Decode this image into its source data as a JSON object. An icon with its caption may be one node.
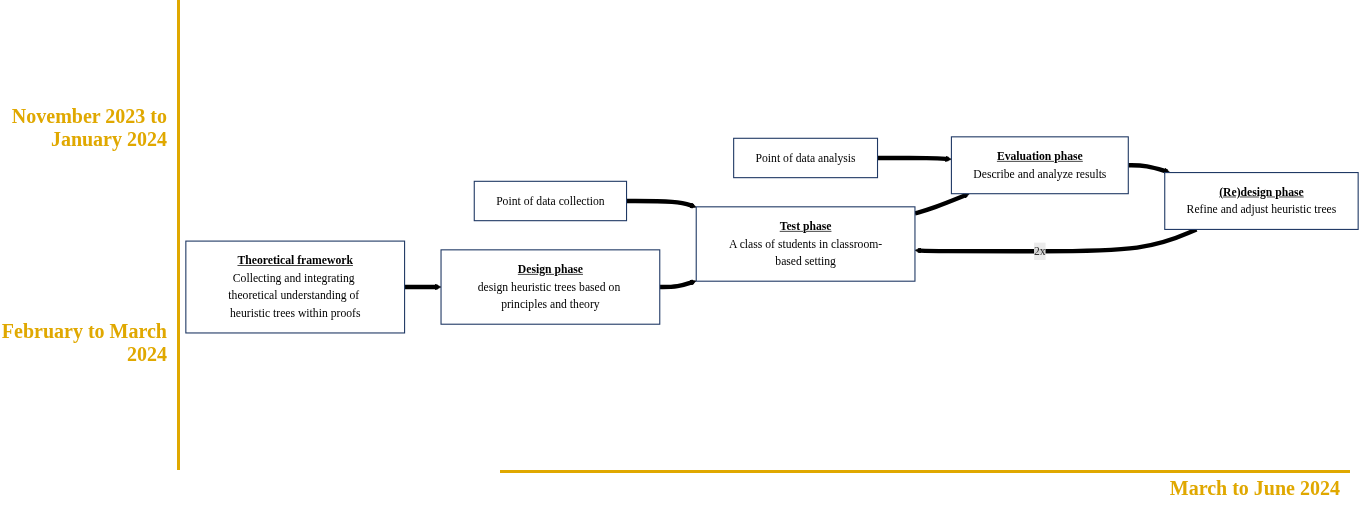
{
  "diagram": {
    "nodes": [
      {
        "text": [
          "Theoretical framework",
          "Collecting and integrating theoretical understanding of heuristic trees within proofs"
        ]
      },
      {
        "text": [
          "Point of data collection"
        ]
      },
      {
        "text": [
          "Point of data analysis"
        ]
      },
      {
        "text": [
          "Design phase",
          "design heuristic trees based on principles and theory"
        ]
      },
      {
        "text": [
          "Test phase",
          "A class of students in classroom-based setting"
        ]
      },
      {
        "text": [
          "Evaluation phase",
          "Describe and analyze results"
        ]
      },
      {
        "text": [
          "(Re)design phase",
          "Refine and adjust heuristic trees"
        ]
      }
    ],
    "edges": [
      {
        "from": 0,
        "to": 3,
        "arrow": "to"
      },
      {
        "from": 1,
        "to": 4,
        "arrow": "to"
      },
      {
        "from": 2,
        "to": 5,
        "arrow": "to"
      },
      {
        "from": 3,
        "to": 4,
        "arrow": "to"
      },
      {
        "from": 4,
        "to": 5,
        "arrow": "to"
      },
      {
        "from": 5,
        "to": 6,
        "arrow": "to"
      },
      {
        "from": 6,
        "to": 4,
        "label": "2x",
        "arrow": "to"
      }
    ],
    "labels": [
      "November 2023 to January 2024",
      "February to March 2024",
      "March to June 2024"
    ]
  }
}
